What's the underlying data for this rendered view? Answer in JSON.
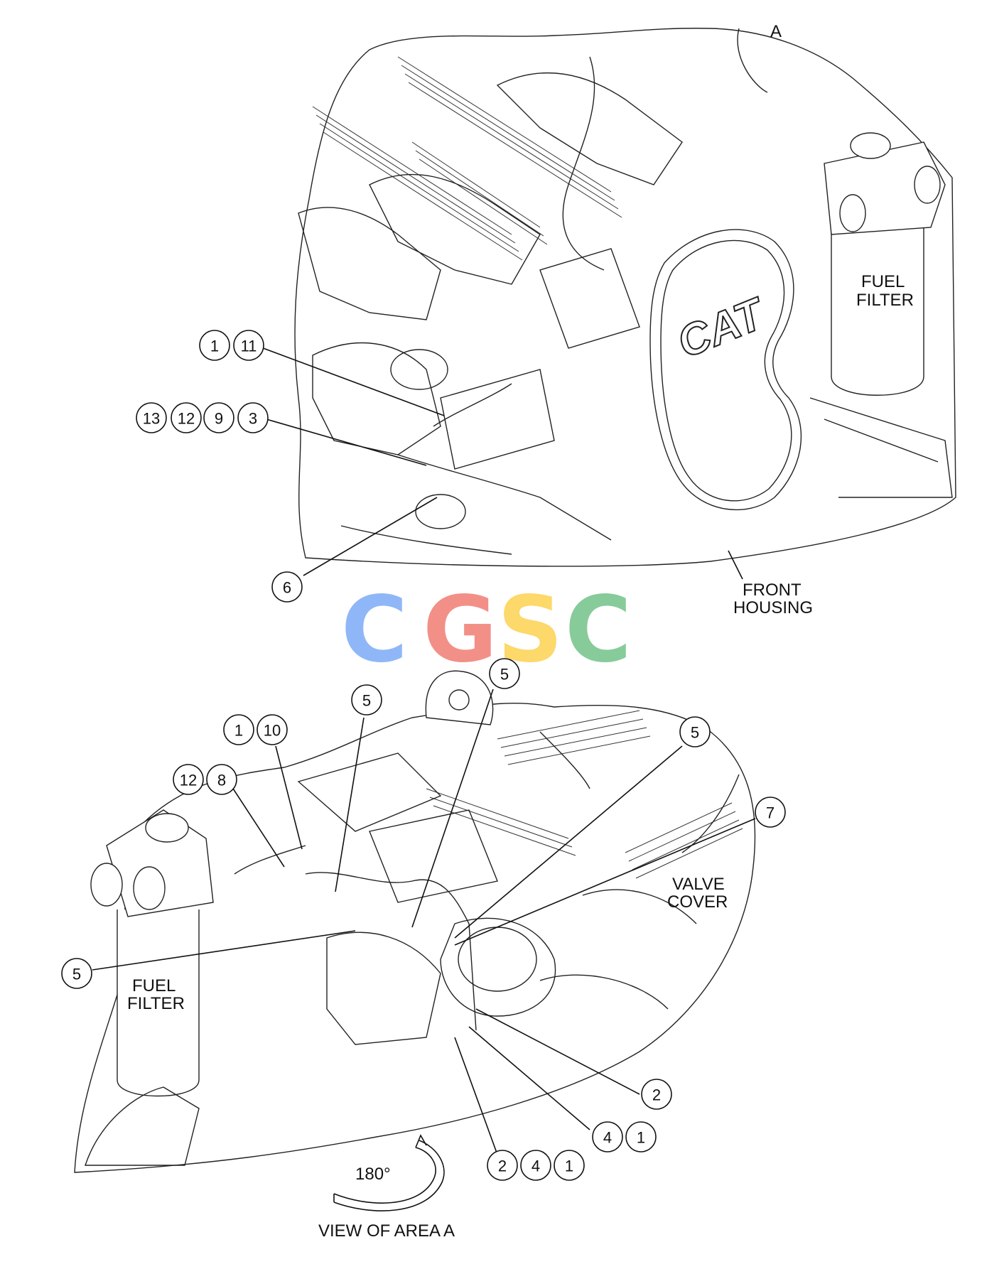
{
  "labels": {
    "area_marker": "A",
    "fuel_filter_top": [
      "FUEL",
      "FILTER"
    ],
    "front_housing": [
      "FRONT",
      "HOUSING"
    ],
    "valve_cover": [
      "VALVE",
      "COVER"
    ],
    "fuel_filter_bottom": [
      "FUEL",
      "FILTER"
    ],
    "rotation": "180°",
    "view_caption": "VIEW OF AREA  A",
    "cat_logo": "CAT"
  },
  "watermark": {
    "letters": [
      "C",
      "G",
      "S",
      "C"
    ],
    "colors": [
      "#8ab4f8",
      "#f28b82",
      "#fdd663",
      "#81c995"
    ]
  },
  "callouts_top": [
    {
      "group": "11-1",
      "numbers": [
        "1",
        "11"
      ]
    },
    {
      "group": "3-9-12-13",
      "numbers": [
        "13",
        "12",
        "9",
        "3"
      ]
    },
    {
      "group": "6",
      "numbers": [
        "6"
      ]
    }
  ],
  "callouts_bottom": [
    {
      "group": "5-a",
      "numbers": [
        "5"
      ]
    },
    {
      "group": "5-b",
      "numbers": [
        "5"
      ]
    },
    {
      "group": "5-c",
      "numbers": [
        "5"
      ]
    },
    {
      "group": "5-d",
      "numbers": [
        "5"
      ]
    },
    {
      "group": "1-10",
      "numbers": [
        "1",
        "10"
      ]
    },
    {
      "group": "12-8",
      "numbers": [
        "12",
        "8"
      ]
    },
    {
      "group": "7",
      "numbers": [
        "7"
      ]
    },
    {
      "group": "2",
      "numbers": [
        "2"
      ]
    },
    {
      "group": "4-1",
      "numbers": [
        "4",
        "1"
      ]
    },
    {
      "group": "2-4-1",
      "numbers": [
        "2",
        "4",
        "1"
      ]
    }
  ]
}
